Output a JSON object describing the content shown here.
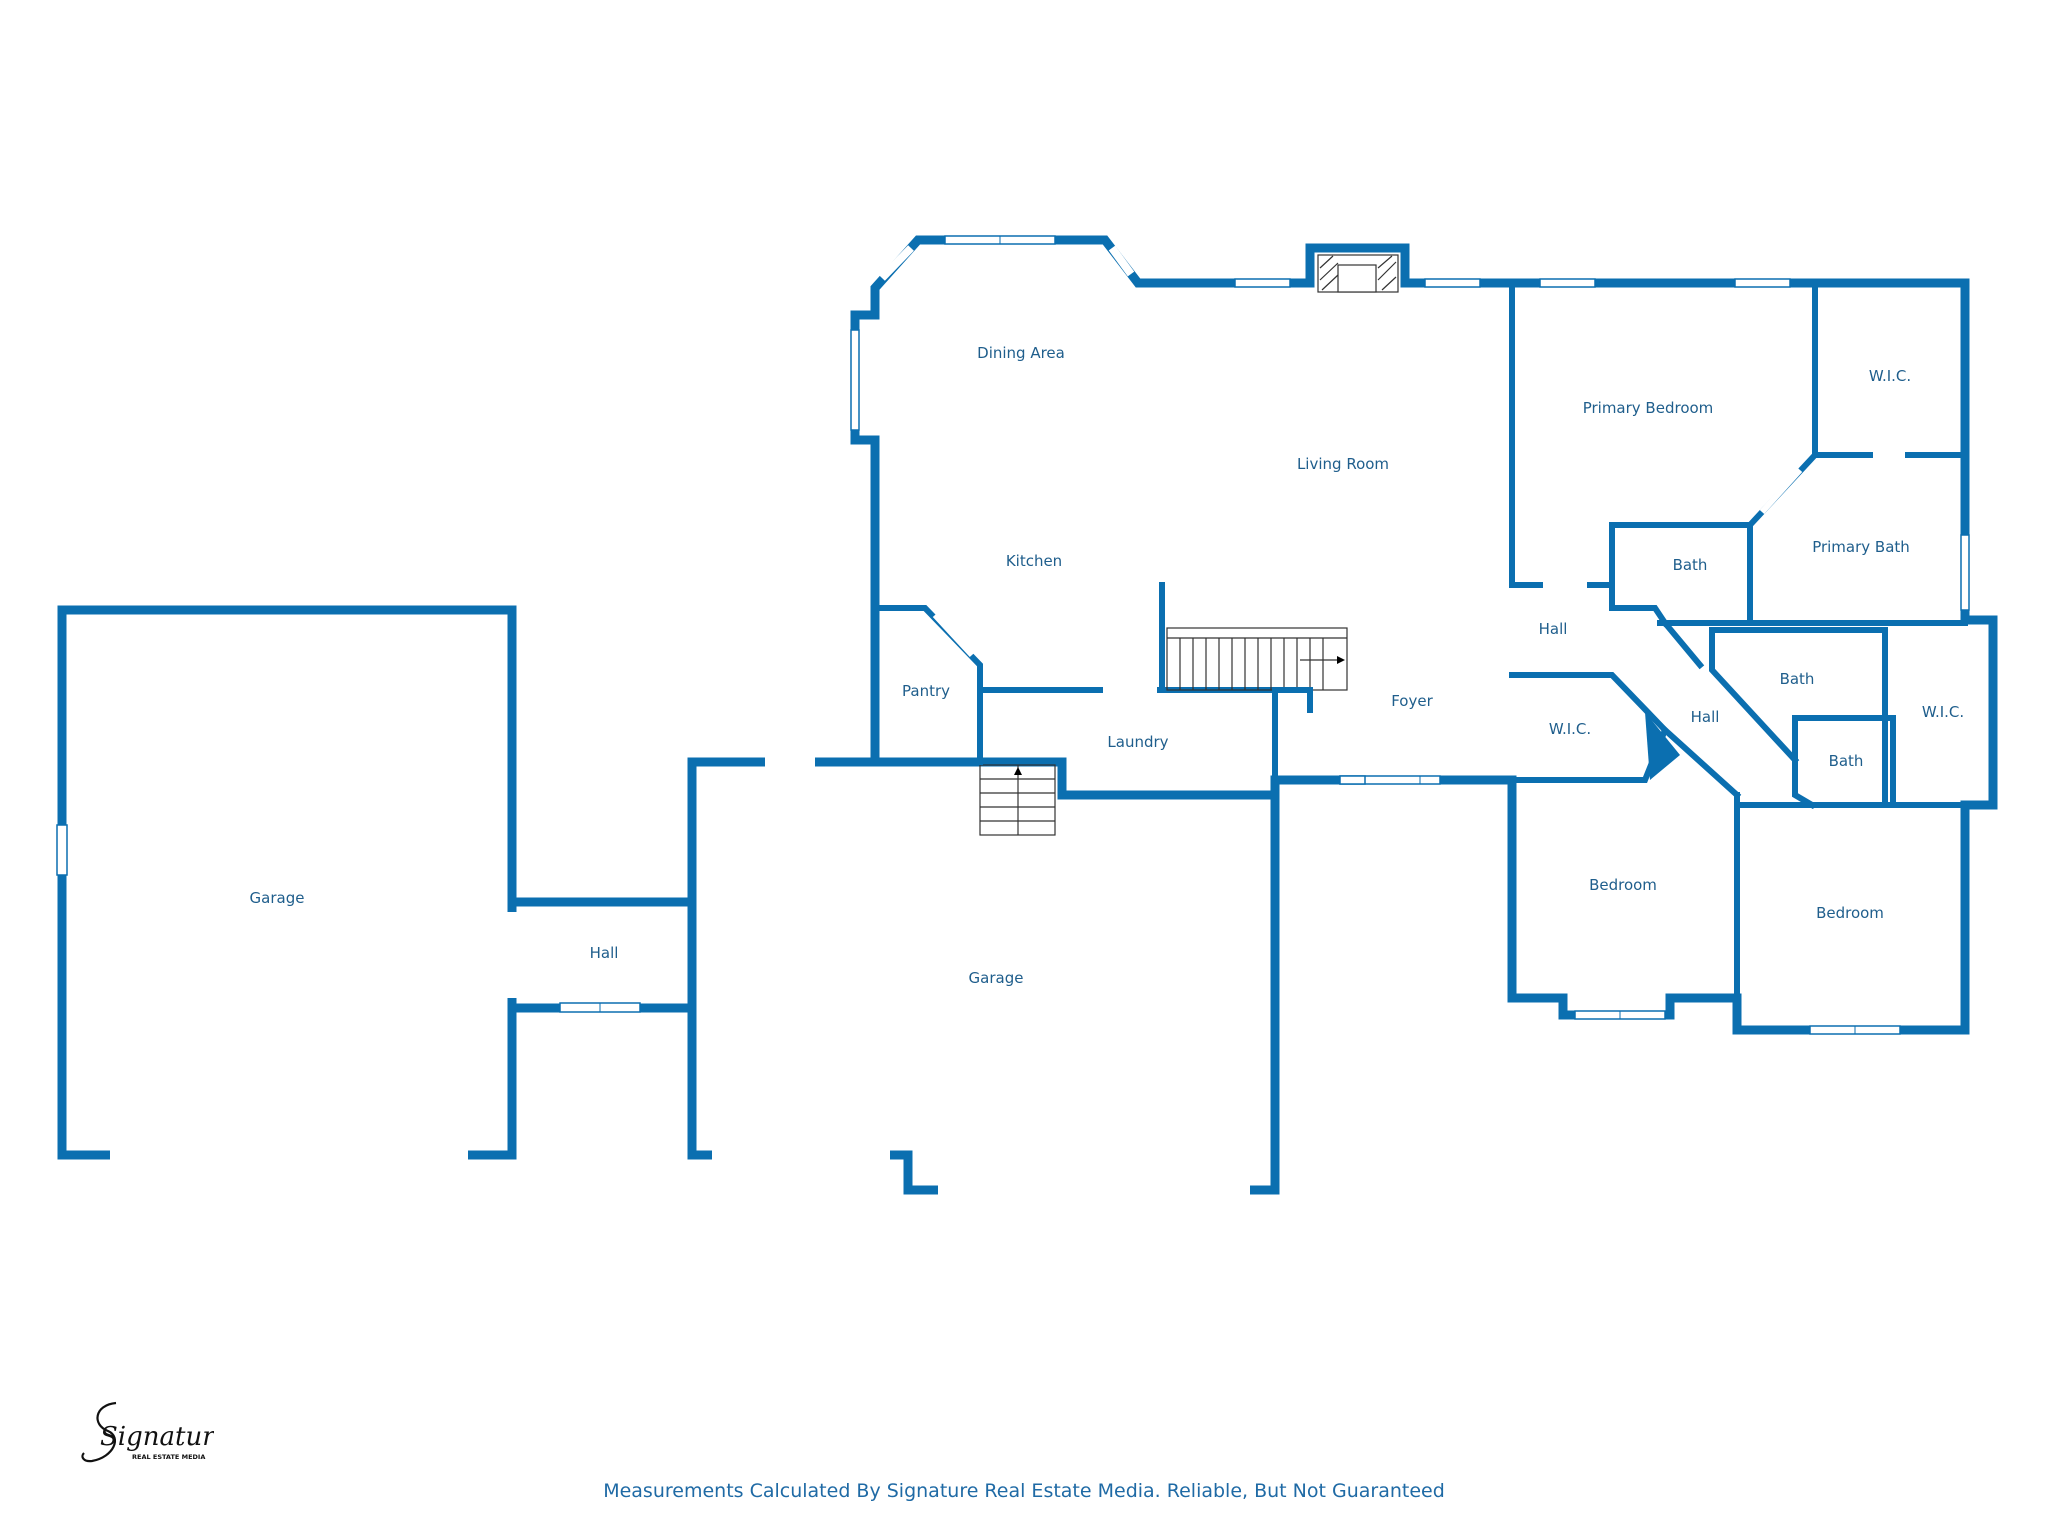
{
  "brand": {
    "script": "Signature",
    "tagline": "REAL ESTATE MEDIA"
  },
  "footer_text": "Measurements Calculated By Signature Real Estate Media. Reliable, But Not Guaranteed",
  "colors": {
    "wall": "#0b6fb0",
    "label": "#1f5e8c"
  },
  "rooms": {
    "dining_area": "Dining Area",
    "living_room": "Living Room",
    "kitchen": "Kitchen",
    "pantry": "Pantry",
    "laundry": "Laundry",
    "foyer": "Foyer",
    "primary_bedroom": "Primary Bedroom",
    "wic_primary": "W.I.C.",
    "primary_bath": "Primary Bath",
    "bath_1": "Bath",
    "hall_1": "Hall",
    "hall_2": "Hall",
    "bath_2": "Bath",
    "wic_2": "W.I.C.",
    "bath_3": "Bath",
    "wic_3": "W.I.C.",
    "bedroom_1": "Bedroom",
    "bedroom_2": "Bedroom",
    "garage_left": "Garage",
    "hall_link": "Hall",
    "garage_main": "Garage"
  }
}
